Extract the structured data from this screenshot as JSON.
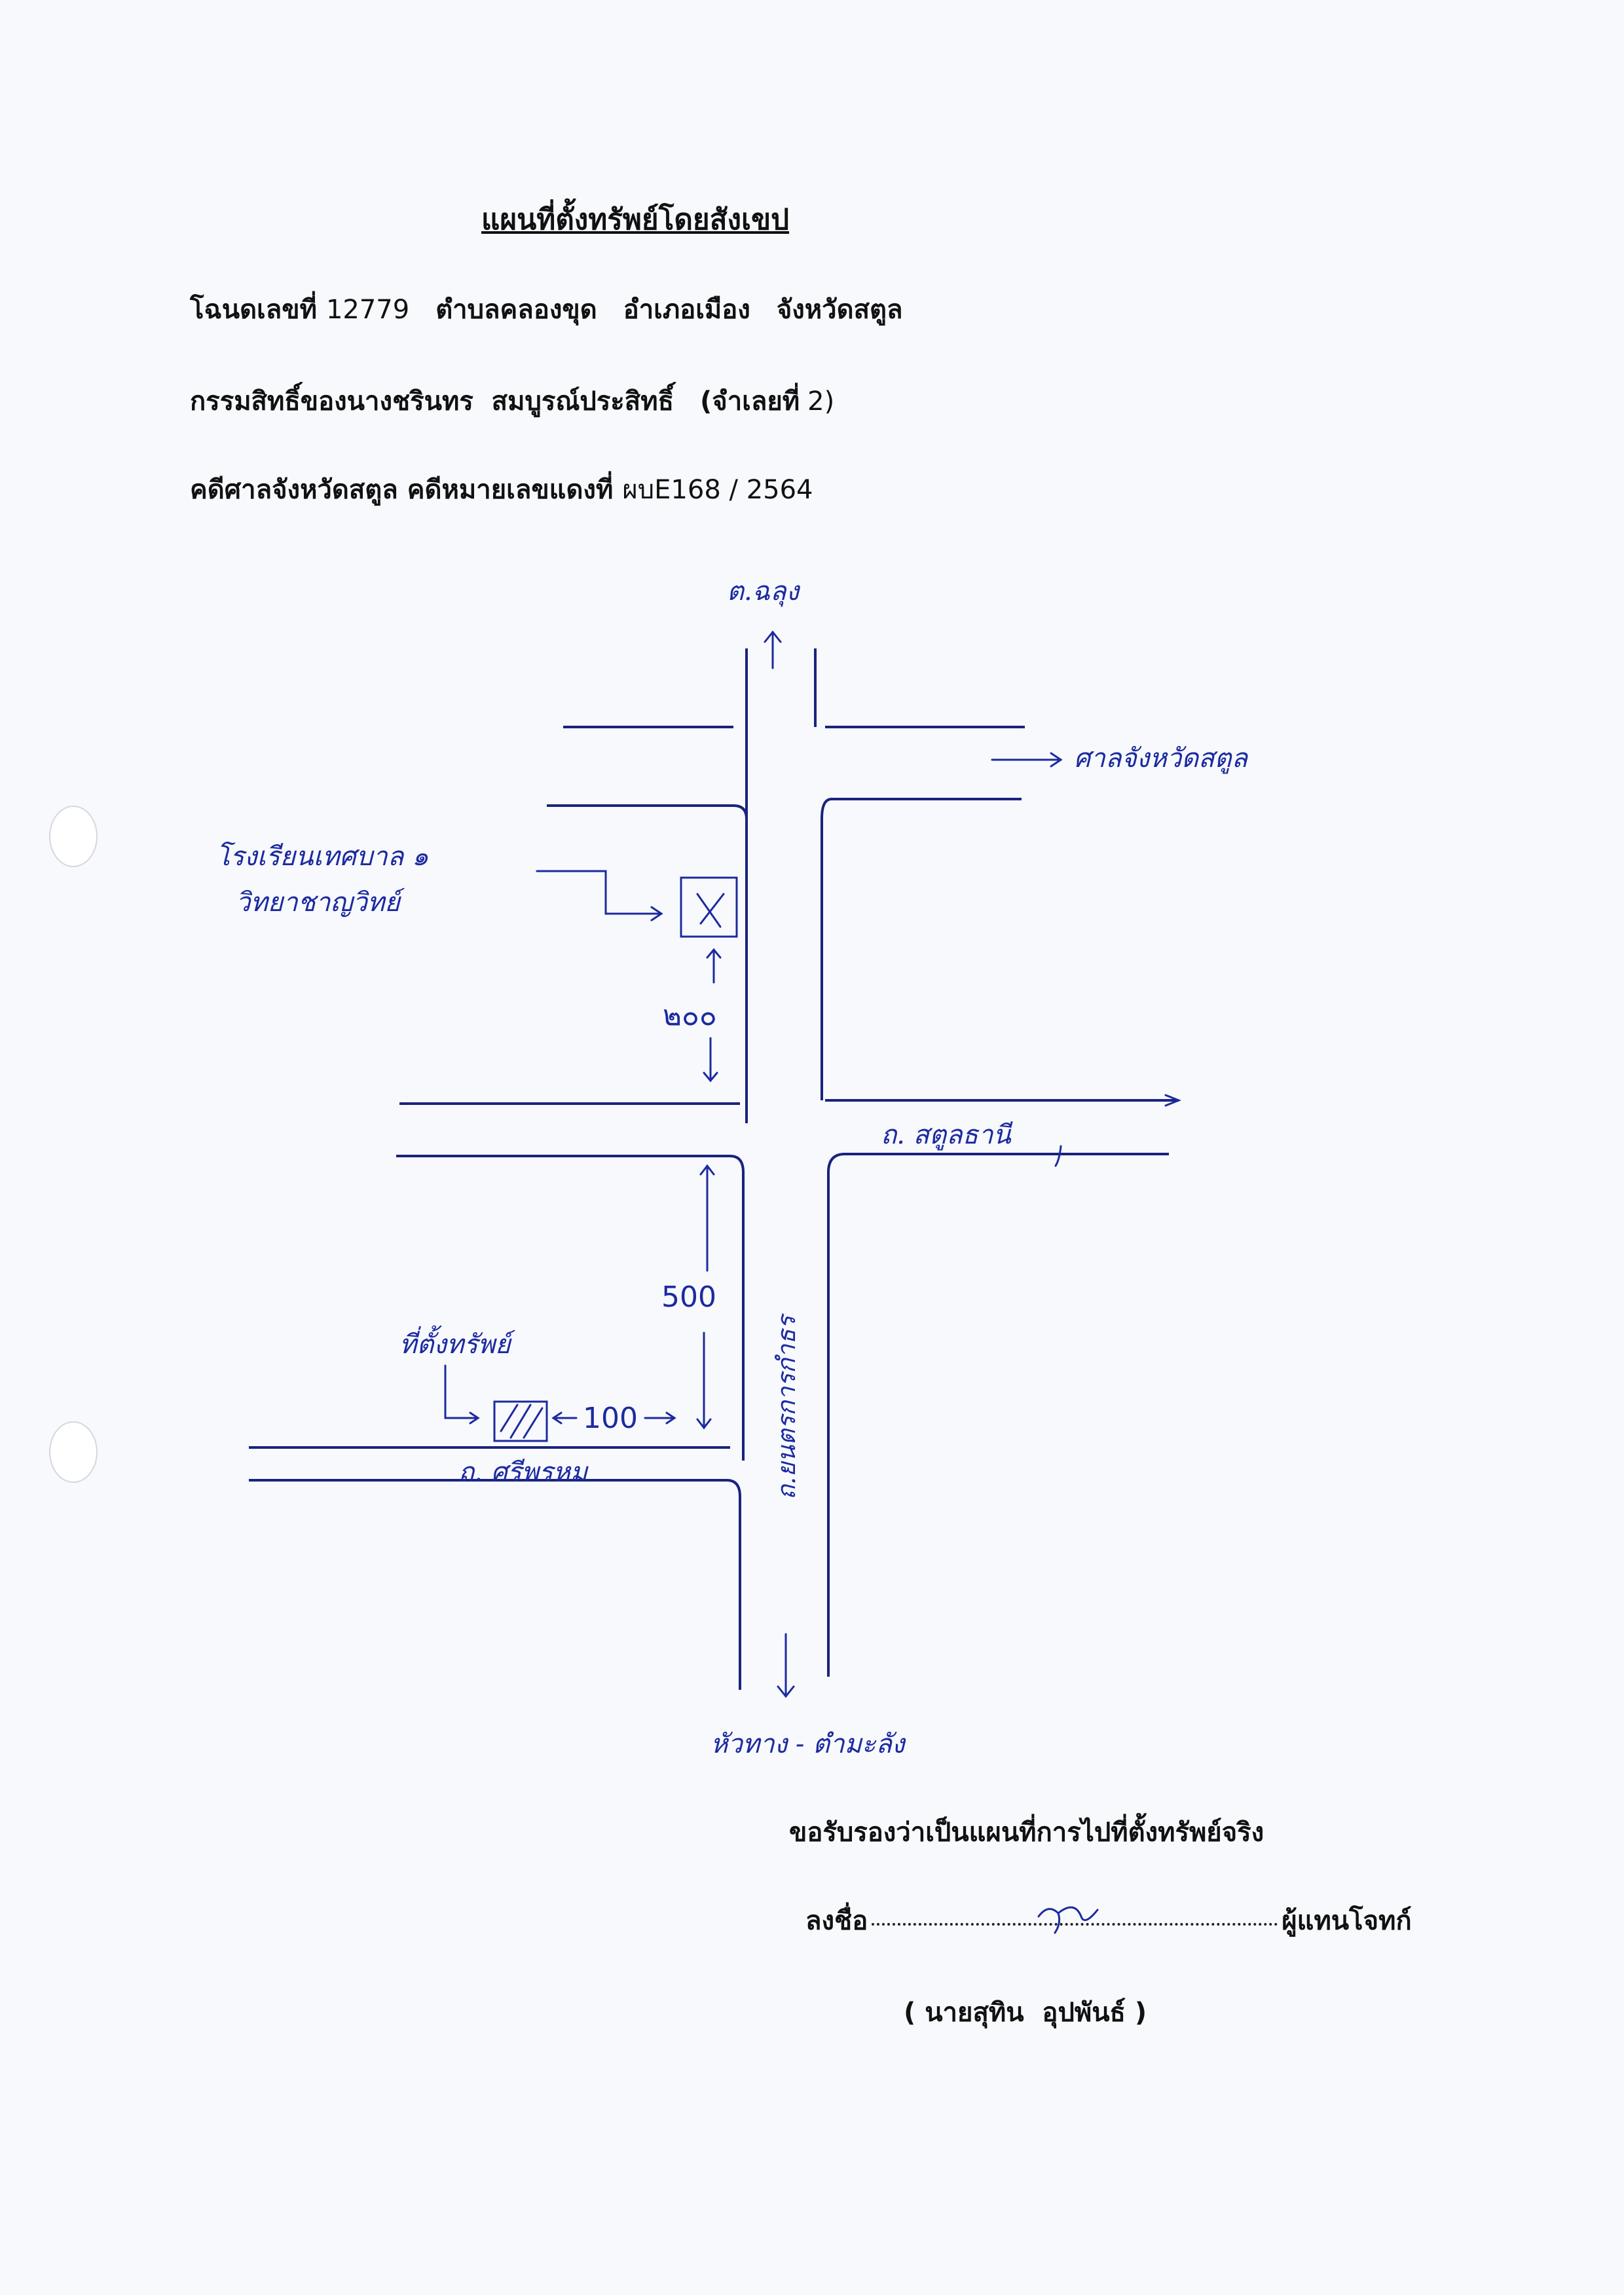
{
  "document": {
    "title": "แผนที่ตั้งทรัพย์โดยสังเขป",
    "deed": {
      "label": "โฉนดเลขที่",
      "number": "12779",
      "subdistrict": "ตำบลคลองขุด",
      "district": "อำเภอเมือง",
      "province": "จังหวัดสตูล"
    },
    "owner": {
      "text": "กรรมสิทธิ์ของนางชรินทร  สมบูรณ์ประสิทธิ์",
      "mortgage_label": "(จำเลยที่",
      "mortgage_number": "2)"
    },
    "case": {
      "court": "คดีศาลจังหวัดสตูล",
      "case_label": "คดีหมายเลขแดงที่",
      "case_number": "ผบE168 / 2564"
    }
  },
  "sketch": {
    "label_top_destination": "ต.ฉลุง",
    "label_right_destination": "ศาลจังหวัดสตูล",
    "label_landmark_line1": "โรงเรียนเทศบาล ๑",
    "label_landmark_line2": "วิทยาชาญวิทย์",
    "distance_upper": "๒๐๐",
    "label_cross_road": "ถ. สตูลธานี",
    "distance_lower": "500",
    "label_property": "ที่ตั้งทรัพย์",
    "distance_property": "100",
    "label_side_road": "ถ. ศรีพรหม",
    "label_main_road": "ถ.ยนตรการกำธร",
    "label_bottom_destination": "หัวทาง - ตำมะลัง"
  },
  "footer": {
    "certify_text": "ขอรับรองว่าเป็นแผนที่การไปที่ตั้งทรัพย์จริง",
    "sign_label": "ลงชื่อ",
    "sign_role": "ผู้แทนโจทก์",
    "signer_name": "( นายสุทิน  อุปพันธ์ )"
  }
}
